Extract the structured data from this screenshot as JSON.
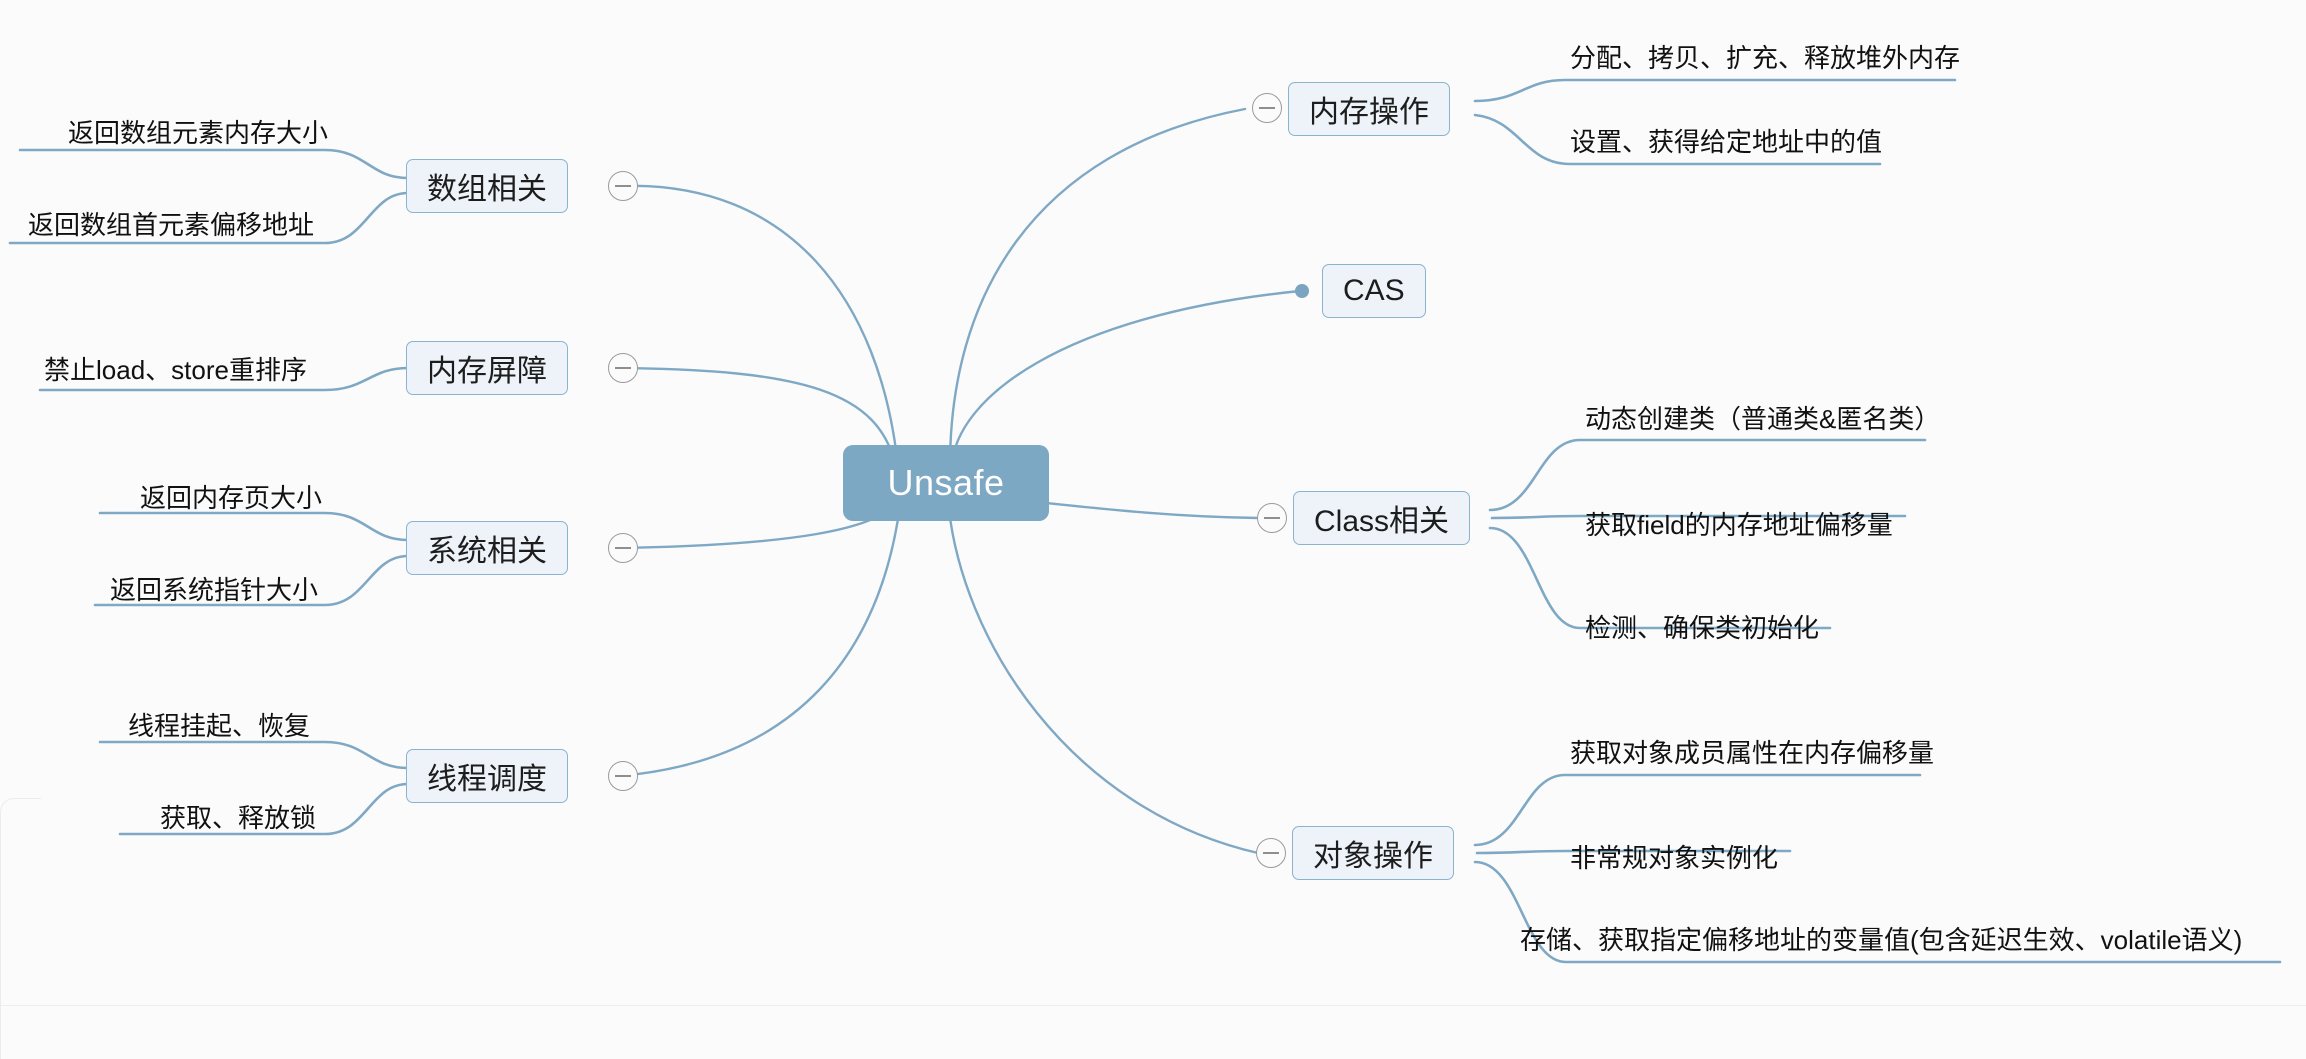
{
  "diagram": {
    "type": "mind-map",
    "title": "Unsafe",
    "colors": {
      "background": "#fbfbfc",
      "root_fill": "#7da8c3",
      "root_text": "#ffffff",
      "branch_fill": "#edf3f8",
      "branch_border": "#8ab3cf",
      "edge": "#7fa8c4",
      "toggle_border": "#9a9a9a"
    },
    "root": {
      "label": "Unsafe"
    },
    "branches_right": [
      {
        "label": "内存操作",
        "toggle": "collapse-toggle-minus",
        "children": [
          "分配、拷贝、扩充、释放堆外内存",
          "设置、获得给定地址中的值"
        ]
      },
      {
        "label": "CAS",
        "toggle": "bullet-dot",
        "children": []
      },
      {
        "label": "Class相关",
        "toggle": "collapse-toggle-minus",
        "children": [
          "动态创建类（普通类&匿名类）",
          "获取field的内存地址偏移量",
          "检测、确保类初始化"
        ]
      },
      {
        "label": "对象操作",
        "toggle": "collapse-toggle-minus",
        "children": [
          "获取对象成员属性在内存偏移量",
          "非常规对象实例化",
          "存储、获取指定偏移地址的变量值(包含延迟生效、volatile语义)"
        ]
      }
    ],
    "branches_left": [
      {
        "label": "数组相关",
        "toggle": "collapse-toggle-minus",
        "children": [
          "返回数组元素内存大小",
          "返回数组首元素偏移地址"
        ]
      },
      {
        "label": "内存屏障",
        "toggle": "collapse-toggle-minus",
        "children": [
          "禁止load、store重排序"
        ]
      },
      {
        "label": "系统相关",
        "toggle": "collapse-toggle-minus",
        "children": [
          "返回内存页大小",
          "返回系统指针大小"
        ]
      },
      {
        "label": "线程调度",
        "toggle": "collapse-toggle-minus",
        "children": [
          "线程挂起、恢复",
          "获取、释放锁"
        ]
      }
    ]
  }
}
